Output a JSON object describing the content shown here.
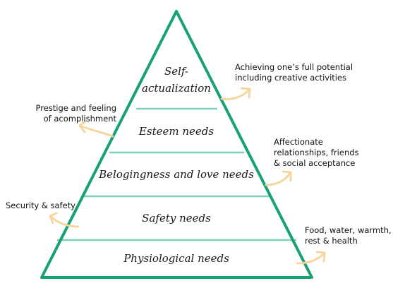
{
  "colors": {
    "pyramid_outline": "#18a077",
    "divider": "#7fd1b5",
    "arrow": "#f6d49a",
    "text": "#111111"
  },
  "pyramid": {
    "levels": [
      {
        "id": "self",
        "lines": [
          "Self-",
          "actualization"
        ]
      },
      {
        "id": "esteem",
        "lines": [
          "Esteem needs"
        ]
      },
      {
        "id": "belonging",
        "lines": [
          "Belogingness and love needs"
        ]
      },
      {
        "id": "safety",
        "lines": [
          "Safety needs"
        ]
      },
      {
        "id": "physio",
        "lines": [
          "Physiological needs"
        ]
      }
    ]
  },
  "annotations": {
    "self": {
      "lines": [
        "Achieving one’s full potential",
        "including creative activities"
      ]
    },
    "esteem": {
      "lines": [
        "Prestige and feeling",
        "of acomplishment"
      ]
    },
    "belonging": {
      "lines": [
        "Affectionate",
        "relationships, friends",
        "& social acceptance"
      ]
    },
    "safety": {
      "lines": [
        "Security & safety"
      ]
    },
    "physio": {
      "lines": [
        "Food, water, warmth,",
        "rest & health"
      ]
    }
  }
}
